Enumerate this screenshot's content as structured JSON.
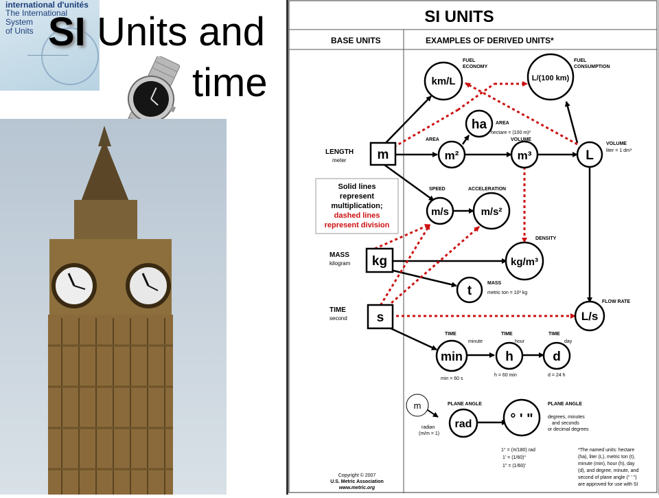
{
  "slide": {
    "title_si": "SI",
    "title_rest": "Units and",
    "title_line2": "time"
  },
  "book": {
    "line1": "international d'unités",
    "line2": "The International",
    "line3": "System",
    "line4": "of Units"
  },
  "diagram": {
    "title": "SI UNITS",
    "col_base": "BASE UNITS",
    "col_derived": "EXAMPLES OF DERIVED UNITS*",
    "base": [
      {
        "cat": "LENGTH",
        "name": "meter",
        "sym": "m"
      },
      {
        "cat": "MASS",
        "name": "kilogram",
        "sym": "kg"
      },
      {
        "cat": "TIME",
        "name": "second",
        "sym": "s"
      }
    ],
    "legend": {
      "line1": "Solid lines",
      "line2": "represent",
      "line3": "multiplication;",
      "line4": "dashed lines",
      "line5": "represent division"
    },
    "nodes": {
      "kmL": "km/L",
      "L100": "L/(100 km)",
      "ha": "ha",
      "m2": "m²",
      "m3": "m³",
      "L": "L",
      "ms": "m/s",
      "ms2": "m/s²",
      "kgm3": "kg/m³",
      "t": "t",
      "Ls": "L/s",
      "min": "min",
      "h": "h",
      "d": "d",
      "m_small": "m",
      "rad": "rad",
      "deg": "° ' \""
    },
    "labels": {
      "fuel_economy_1": "FUEL",
      "fuel_economy_2": "ECONOMY",
      "fuel_cons_1": "FUEL",
      "fuel_cons_2": "CONSUMPTION",
      "area_ha": "AREA",
      "hectare": "hectare = (100 m)²",
      "area": "AREA",
      "volume": "VOLUME",
      "volume_r": "VOLUME",
      "liter": "liter = 1 dm³",
      "speed": "SPEED",
      "accel": "ACCELERATION",
      "density": "DENSITY",
      "mass": "MASS",
      "metric_ton": "metric ton = 10³ kg",
      "flow": "FLOW RATE",
      "time1": "TIME",
      "minute": "minute",
      "time2": "TIME",
      "hour": "hour",
      "time3": "TIME",
      "day": "day",
      "min_eq": "min = 60 s",
      "h_eq": "h = 60 min",
      "d_eq": "d = 24 h",
      "plane1": "PLANE ANGLE",
      "plane2": "PLANE ANGLE",
      "radian1": "radian",
      "radian2": "(m/m = 1)",
      "deg1": "degrees, minutes",
      "deg2": "and seconds",
      "deg3": "or decimal degrees",
      "eq1": "1° = (π/180) rad",
      "eq2": "1' = (1/60)°",
      "eq3": "1\" = (1/60)'",
      "copy1": "Copyright © 2007",
      "copy2": "U.S. Metric Association",
      "copy3": "www.metric.org",
      "note1": "*The named units: hectare",
      "note2": "(ha), liter (L), metric ton (t),",
      "note3": "minute (min), hour (h), day",
      "note4": "(d), and degree, minute, and",
      "note5": "second of plane angle (° ' \")",
      "note6": "are approved for use with SI"
    }
  },
  "colors": {
    "dashed": "#cc1111",
    "ink": "#000000"
  }
}
